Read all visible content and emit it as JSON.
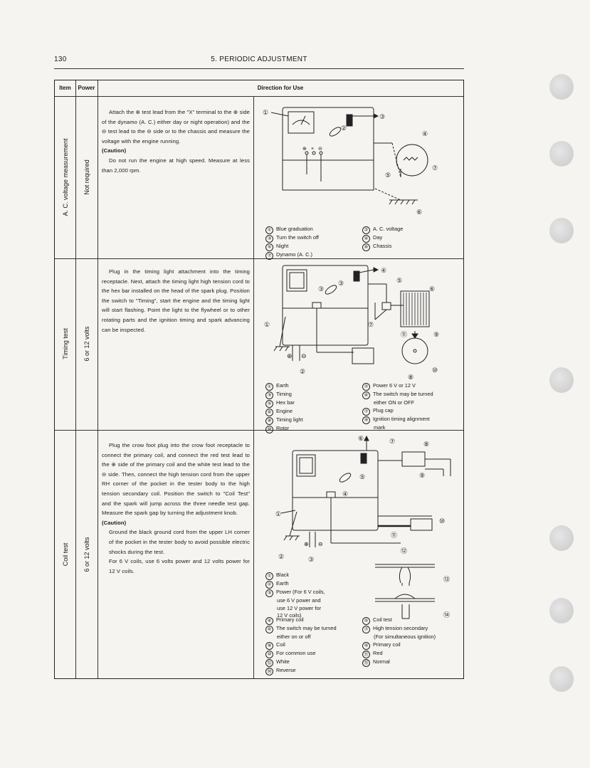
{
  "header": {
    "page_number": "130",
    "title": "5.  PERIODIC  ADJUSTMENT"
  },
  "table": {
    "headers": {
      "item": "Item",
      "power": "Power",
      "direction": "Direction  for  Use"
    }
  },
  "rows": [
    {
      "item": "A. C. voltage measurement",
      "power": "Not required",
      "paragraphs": [
        "Attach the ⊕ test lead from the \"X\" terminal to the ⊕ side of the dynamo (A. C.) either day or night operation) and the ⊖ test lead to the ⊖ side or to the chassis and measure the voltage with the engine running."
      ],
      "caution_label": "(Caution)",
      "caution": "Do not run the engine at high speed. Measure at less than 2,000 rpm.",
      "legend": [
        [
          "①",
          "Blue graduation"
        ],
        [
          "②",
          "A. C. voltage"
        ],
        [
          "③",
          "Turn the switch off"
        ],
        [
          "④",
          "Day"
        ],
        [
          "⑤",
          "Night"
        ],
        [
          "⑥",
          "Chassis"
        ],
        [
          "⑦",
          "Dynamo (A. C.)"
        ]
      ]
    },
    {
      "item": "Timing test",
      "power": "6 or 12 volts",
      "paragraphs": [
        "Plug in the timing light attachment into the timing receptacle. Next, attach the timing light high tension cord to the hex bar installed on the head of the spark plug. Position the switch to \"Timing\", start the engine and the timing light will start flashing. Point the light to the flywheel or to other rotating parts and the ignition timing and spark advancing can be inspected."
      ],
      "legend": [
        [
          "①",
          "Earth"
        ],
        [
          "②",
          "Power 6 V or 12 V"
        ],
        [
          "③",
          "Timing"
        ],
        [
          "④",
          "The switch may be turned"
        ],
        [
          "",
          ""
        ],
        [
          "",
          "either ON or OFF"
        ],
        [
          "⑤",
          "Hex bar"
        ],
        [
          "⑦",
          "Plug cap"
        ],
        [
          "⑥",
          "Engine"
        ],
        [
          "⑨",
          "Ignition timing alignment"
        ],
        [
          "⑧",
          "Timing light"
        ],
        [
          "",
          "mark"
        ],
        [
          "⑩",
          "Rotor"
        ]
      ]
    },
    {
      "item": "Coil test",
      "power": "6 or 12 volts",
      "paragraphs": [
        "Plug the crow foot plug into the crow foot receptacle to connect the primary coil, and connect the red test lead to the ⊕ side of the primary coil and the white test lead to the ⊖ side. Then, connect the high tension cord from the upper RH corner of the pocket in the tester body to the high tension secondary coil. Position the switch to \"Coil Test\" and the spark will jump across the three needle test gap. Measure the spark gap by turning the adjustment knob."
      ],
      "caution_label": "(Caution)",
      "caution": "Ground the black ground cord from the upper LH corner of the pocket in the tester body to avoid possible electric shocks during the test.",
      "note": "For 6 V coils, use 6 volts power and 12 volts power for 12 V coils.",
      "legend_left": [
        [
          "①",
          "Black"
        ],
        [
          "②",
          "Earth"
        ],
        [
          "③",
          "Power (For 6 V coils,"
        ],
        [
          "",
          "use 6 V power and"
        ],
        [
          "",
          "use 12 V power for"
        ],
        [
          "",
          "12 V coils)"
        ]
      ],
      "legend_pairs": [
        [
          "④",
          "Primary coil",
          "⑤",
          "Coil test"
        ],
        [
          "⑥",
          "The switch may be turned",
          "⑦",
          "High tension secondary"
        ],
        [
          "",
          "either on or off",
          "",
          "(For simultaneous ignition)"
        ],
        [
          "⑧",
          "Coil",
          "⑨",
          "Primary coil"
        ],
        [
          "⑩",
          "For common use",
          "⑪",
          "Red"
        ],
        [
          "⑫",
          "White",
          "⑬",
          "Normal"
        ],
        [
          "⑭",
          "Reverse",
          "",
          ""
        ]
      ]
    }
  ],
  "diagram_labels": {
    "d1": [
      "①",
      "②",
      "③",
      "④",
      "⑤",
      "⑥",
      "⑦",
      "⊕",
      "×",
      "⊖"
    ],
    "d2": [
      "①",
      "②",
      "③",
      "③",
      "④",
      "⑤",
      "⑥",
      "⑦",
      "⑧",
      "⑨",
      "⑩",
      "⑪",
      "⊕",
      "⊖"
    ],
    "d3": [
      "①",
      "②",
      "③",
      "④",
      "⑤",
      "⑥",
      "⑦",
      "⑧",
      "⑨",
      "⑩",
      "⑪",
      "⑫",
      "⑬",
      "⑭",
      "⊕",
      "⊖"
    ]
  }
}
